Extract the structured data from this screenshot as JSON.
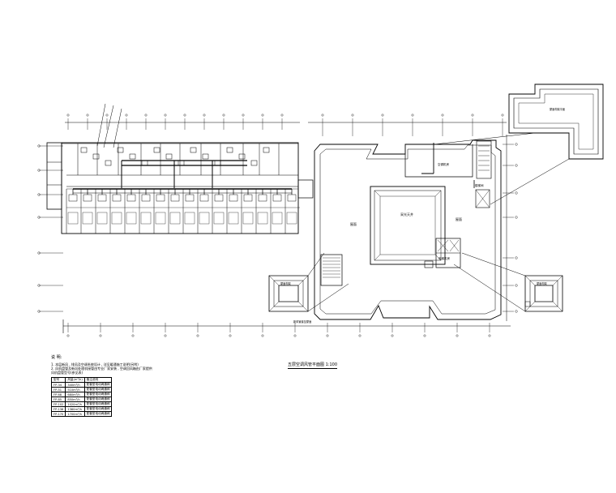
{
  "drawing": {
    "caption": "五层空调风管平面图  1:100",
    "legend": {
      "title": "说 明:",
      "notes": [
        "1. 本层新风 , 排风及空调系统设计 , 详见暖通施工说明(另附)",
        "2. 风机盘管及新风处理机接管由专业厂家安装 , 空调回风箱由厂家提供",
        "   风机盘管型号(参见表)"
      ],
      "table": {
        "headers": [
          "型号",
          "风量(m³/h)",
          "备注说明"
        ],
        "rows": [
          [
            "FP-34",
            "340m³/h",
            "配套型电动两通阀"
          ],
          [
            "FP-51",
            "510m³/h",
            "配套型电动两通阀"
          ],
          [
            "FP-68",
            "680m³/h",
            "配套型电动两通阀"
          ],
          [
            "FP-85",
            "850m³/h",
            "配套型电动两通阀"
          ],
          [
            "FP-102",
            "1020m³/h",
            "配套型电动两通阀"
          ],
          [
            "FP-136",
            "1360m³/h",
            "配套型电动两通阀"
          ],
          [
            "FP-170",
            "1700m³/h",
            "配套型电动两通阀"
          ]
        ]
      }
    },
    "room_labels": {
      "hall_left": "屋面",
      "hall_center": "采光天井",
      "hall_right": "屋面",
      "machine_room": "空调机房",
      "stair": "楼梯间",
      "elevator": "电梯机房",
      "tower_top_right": "屋面构架平面",
      "tower_left": "屋面构架",
      "tower_right": "屋面构架",
      "note_leader": "新风管接至屋面"
    },
    "line_color": "#000000"
  }
}
